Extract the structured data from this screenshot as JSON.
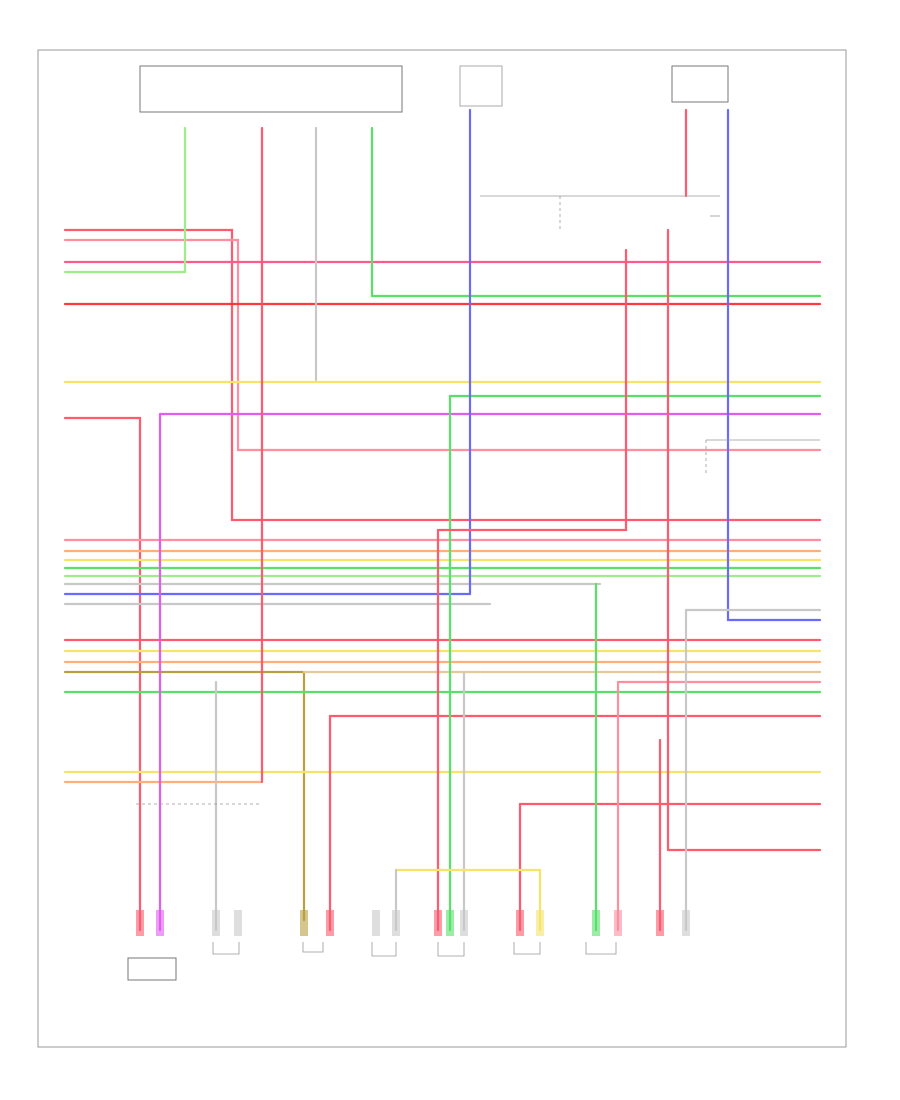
{
  "diagram": {
    "page_ref": "",
    "top_modules": [
      {
        "id": "pcm",
        "label": ""
      },
      {
        "id": "cluster",
        "label": ""
      }
    ],
    "bottom_components": [
      {
        "id": "comp1",
        "label": ""
      },
      {
        "id": "comp2",
        "label": ""
      },
      {
        "id": "comp3",
        "label": ""
      },
      {
        "id": "comp4",
        "label": ""
      },
      {
        "id": "comp5",
        "label": ""
      },
      {
        "id": "comp6",
        "label": ""
      },
      {
        "id": "comp7",
        "label": ""
      },
      {
        "id": "comp8",
        "label": ""
      },
      {
        "id": "comp9",
        "label": ""
      }
    ],
    "wire_colors": {
      "red": "#ff5a6e",
      "pink": "#ff8fa0",
      "green": "#58e06a",
      "lightgreen": "#9dee8a",
      "yellow": "#f5e36a",
      "orange": "#ffb07a",
      "tan": "#e8c89a",
      "purple": "#e35cf0",
      "blue": "#6a6aff",
      "gray": "#c8c8c8",
      "olive": "#b8a040"
    }
  }
}
